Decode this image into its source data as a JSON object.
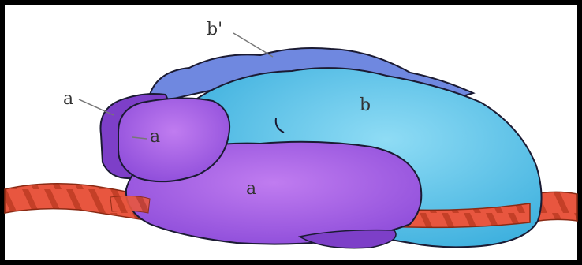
{
  "labels": {
    "b_prime": "b'",
    "a_outer": "a",
    "a_inner": "a",
    "b_large": "b",
    "a_lower": "a"
  },
  "colors": {
    "background": "#000000",
    "panel": "#ffffff",
    "rope": "#e8563f",
    "rope_shadow": "#b8361f",
    "subunit_b": "#55c3e8",
    "subunit_b_prime": "#6f88e0",
    "subunit_a": "#a35ee0",
    "subunit_a_dark": "#7d3fc8",
    "outline": "#1b1b33",
    "label": "#333333"
  }
}
